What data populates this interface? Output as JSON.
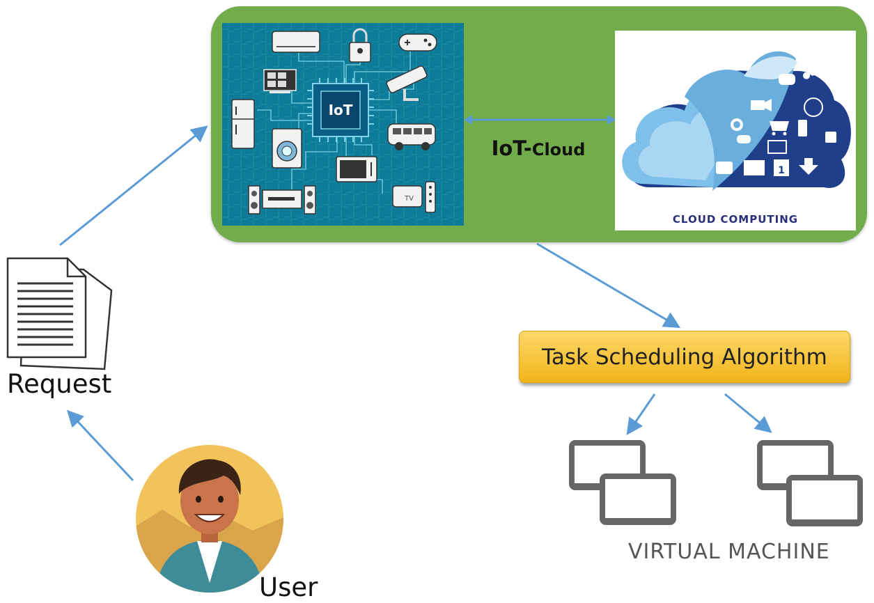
{
  "iot": {
    "chip_label": "IoT",
    "tv_label": "TV"
  },
  "link": {
    "part1": "IoT-",
    "part2": "Cloud"
  },
  "cloud": {
    "caption": "CLOUD COMPUTING",
    "calendar_day": "1"
  },
  "task_box": {
    "label": "Task Scheduling Algorithm"
  },
  "request": {
    "label": "Request"
  },
  "user": {
    "label": "User"
  },
  "vm": {
    "label": "VIRTUAL MACHINE"
  },
  "colors": {
    "panel_green": "#72ac4b",
    "iot_blue": "#0e7b98",
    "arrow_blue": "#5b9bd5",
    "task_yellow": "#f5be25",
    "cloud_navy": "#1f3f8a"
  }
}
